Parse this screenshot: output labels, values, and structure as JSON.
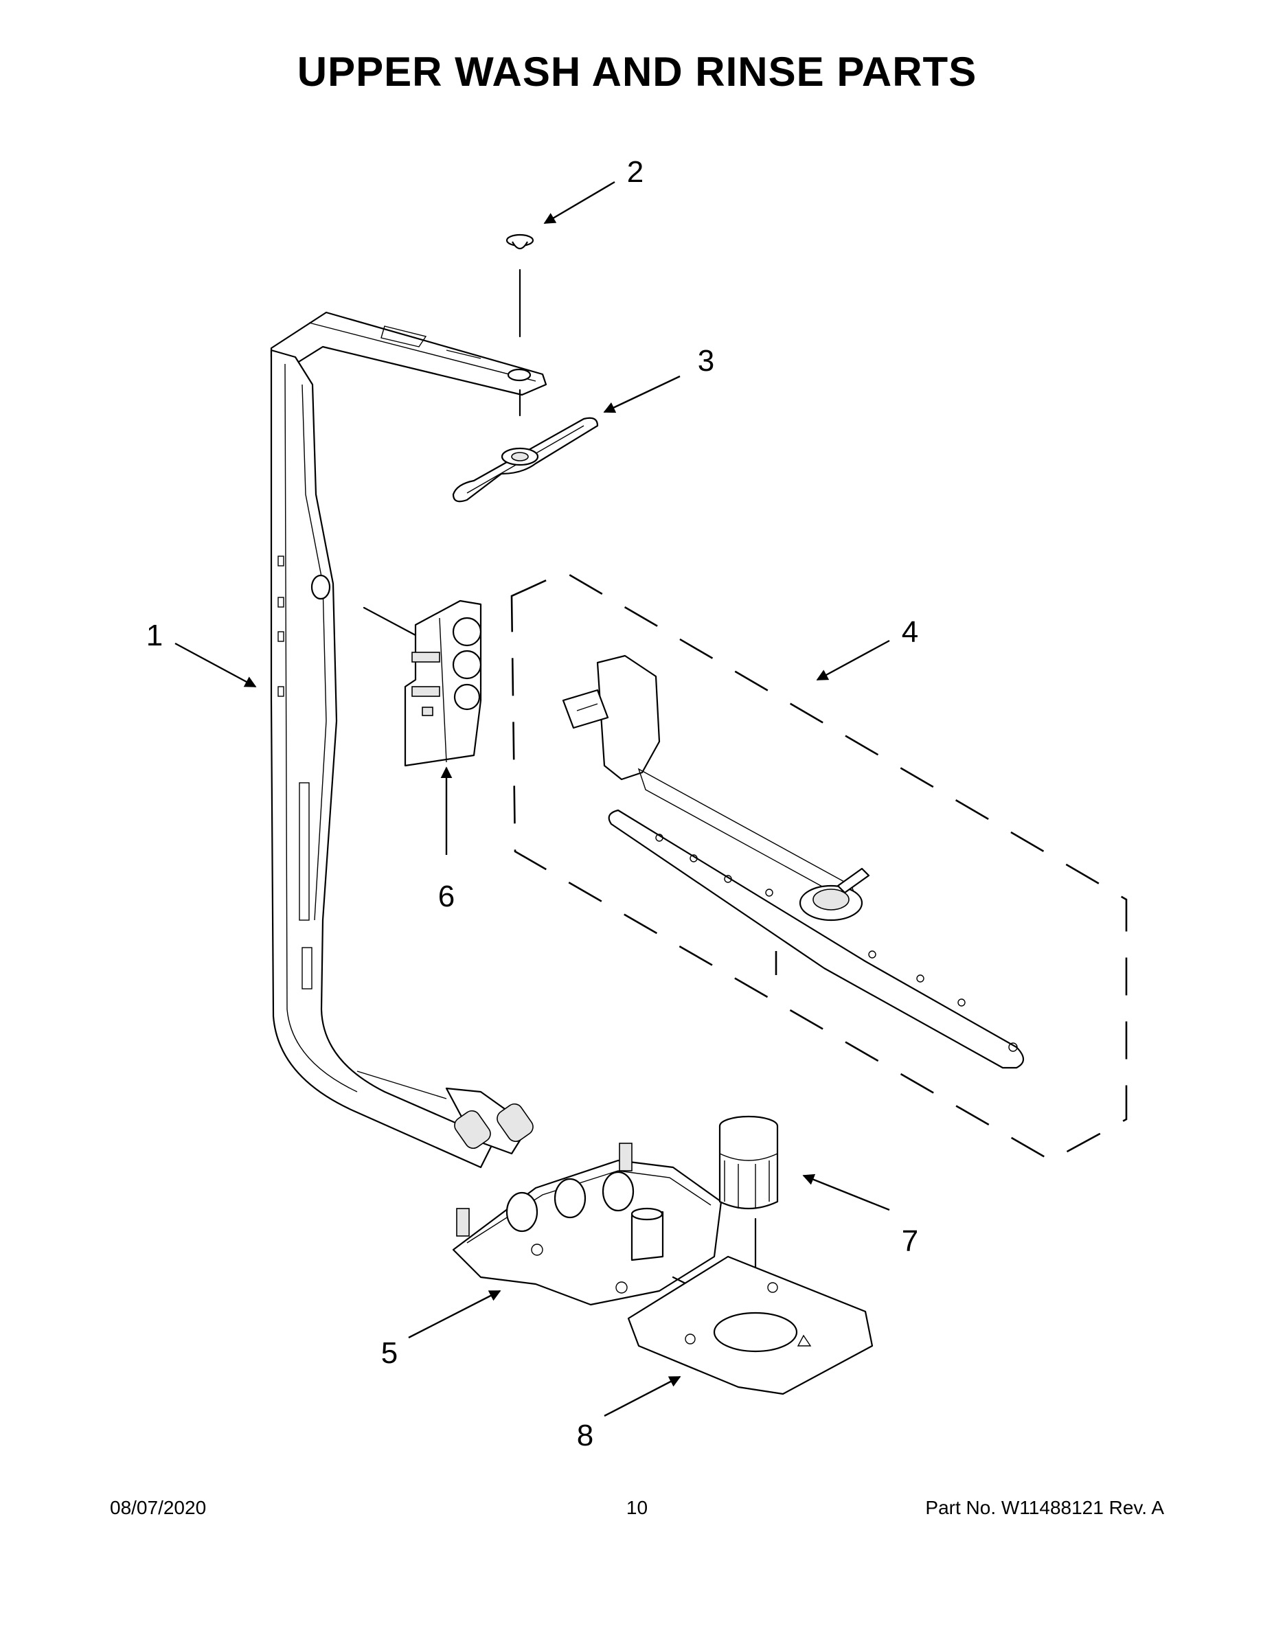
{
  "page": {
    "title": "UPPER WASH AND RINSE PARTS",
    "footer_date": "08/07/2020",
    "footer_page": "10",
    "footer_part": "Part No.  W11488121  Rev.  A"
  },
  "callouts": [
    {
      "id": "1",
      "label": "1"
    },
    {
      "id": "2",
      "label": "2"
    },
    {
      "id": "3",
      "label": "3"
    },
    {
      "id": "4",
      "label": "4"
    },
    {
      "id": "5",
      "label": "5"
    },
    {
      "id": "6",
      "label": "6"
    },
    {
      "id": "7",
      "label": "7"
    },
    {
      "id": "8",
      "label": "8"
    }
  ]
}
